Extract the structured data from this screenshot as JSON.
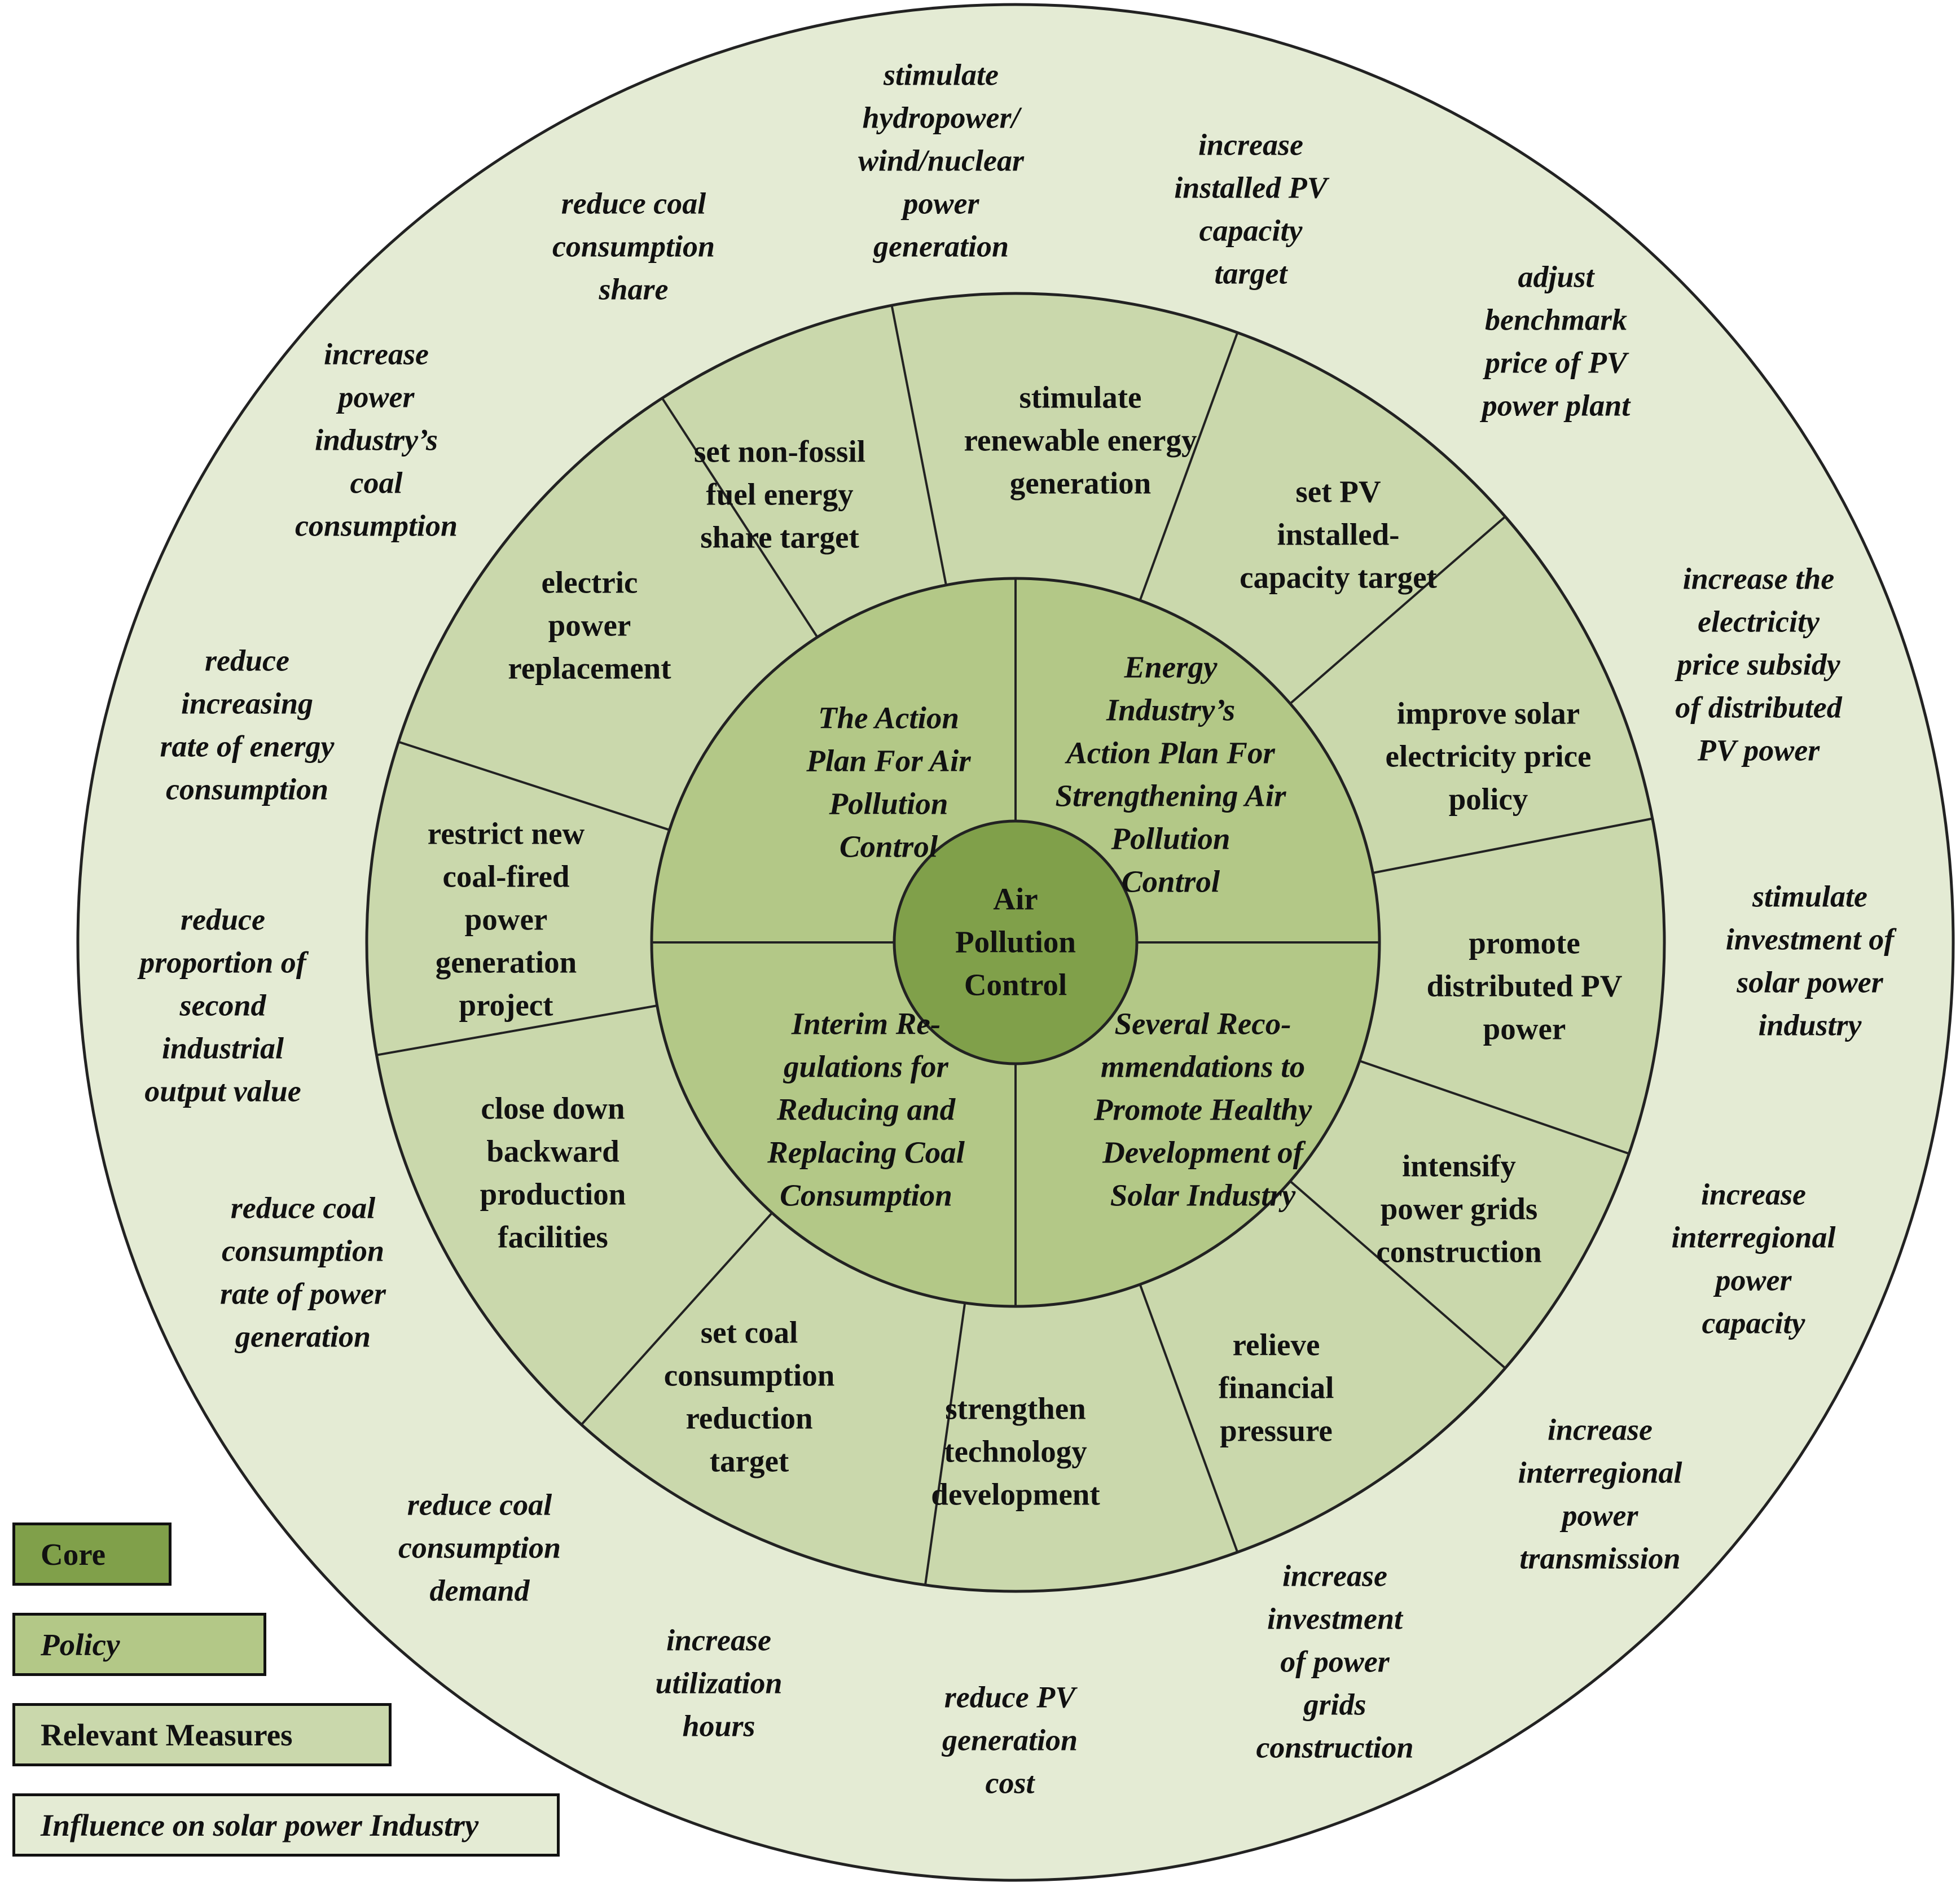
{
  "colors": {
    "core": "#80a04a",
    "policy": "#b3c887",
    "measures": "#cad8ac",
    "influence": "#e4ebd4",
    "line": "#222222"
  },
  "core": {
    "lines": [
      "Air",
      "Pollution",
      "Control"
    ]
  },
  "policies": [
    {
      "lines": [
        "The Action",
        "Plan For Air",
        "Pollution",
        "Control"
      ]
    },
    {
      "lines": [
        "Energy",
        "Industry’s",
        "Action Plan For",
        "Strengthening Air",
        "Pollution",
        "Control"
      ]
    },
    {
      "lines": [
        "Several Reco-",
        "mmendations to",
        "Promote Healthy",
        "Development of",
        "Solar Industry"
      ]
    },
    {
      "lines": [
        "Interim Re-",
        "gulations for",
        "Reducing  and",
        "Replacing Coal",
        "Consumption"
      ]
    }
  ],
  "measures": [
    {
      "lines": [
        "stimulate",
        "renewable energy",
        "generation"
      ]
    },
    {
      "lines": [
        "set PV",
        "installed-",
        "capacity target"
      ]
    },
    {
      "lines": [
        "improve solar",
        "electricity price",
        "policy"
      ]
    },
    {
      "lines": [
        "promote",
        "distributed PV",
        "power"
      ]
    },
    {
      "lines": [
        "intensify",
        "power grids",
        "construction"
      ]
    },
    {
      "lines": [
        "relieve",
        "financial",
        "pressure"
      ]
    },
    {
      "lines": [
        "strengthen",
        "technology",
        "development"
      ]
    },
    {
      "lines": [
        "set coal",
        "consumption",
        "reduction",
        "target"
      ]
    },
    {
      "lines": [
        "close down",
        "backward",
        "production",
        "facilities"
      ]
    },
    {
      "lines": [
        "restrict new",
        "coal-fired",
        "power",
        "generation",
        "project"
      ]
    },
    {
      "lines": [
        "electric",
        "power",
        "replacement"
      ]
    },
    {
      "lines": [
        "set non-fossil",
        "fuel energy",
        "share target"
      ]
    }
  ],
  "influences": [
    {
      "lines": [
        "stimulate",
        "hydropower/",
        "wind/nuclear",
        "power",
        "generation"
      ]
    },
    {
      "lines": [
        "increase",
        "installed PV",
        "capacity",
        "target"
      ]
    },
    {
      "lines": [
        "adjust",
        "benchmark",
        "price of PV",
        "power plant"
      ]
    },
    {
      "lines": [
        "increase the",
        "electricity",
        "price subsidy",
        "of distributed",
        "PV power"
      ]
    },
    {
      "lines": [
        "stimulate",
        "investment of",
        "solar power",
        "industry"
      ]
    },
    {
      "lines": [
        "increase",
        "interregional",
        "power",
        "capacity"
      ]
    },
    {
      "lines": [
        "increase",
        "interregional",
        "power",
        "transmission"
      ]
    },
    {
      "lines": [
        "increase",
        "investment",
        "of power",
        "grids",
        "construction"
      ]
    },
    {
      "lines": [
        "reduce PV",
        "generation",
        "cost"
      ]
    },
    {
      "lines": [
        "increase",
        "utilization",
        "hours"
      ]
    },
    {
      "lines": [
        "reduce coal",
        "consumption",
        "demand"
      ]
    },
    {
      "lines": [
        "reduce coal",
        "consumption",
        "rate of power",
        "generation"
      ]
    },
    {
      "lines": [
        "reduce",
        "proportion of",
        "second",
        "industrial",
        "output value"
      ]
    },
    {
      "lines": [
        "reduce",
        "increasing",
        "rate of energy",
        "consumption"
      ]
    },
    {
      "lines": [
        "increase",
        "power",
        "industry’s",
        "coal",
        "consumption"
      ]
    },
    {
      "lines": [
        "reduce coal",
        "consumption",
        "share"
      ]
    }
  ],
  "legend": {
    "core": "Core",
    "policy": "Policy",
    "measures": "Relevant Measures",
    "influence": "Influence on solar power Industry"
  }
}
